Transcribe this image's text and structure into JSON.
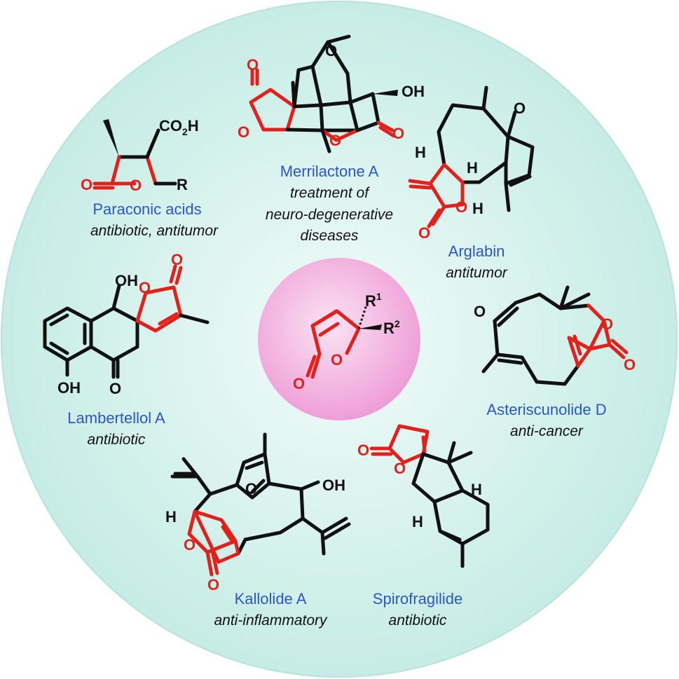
{
  "colors": {
    "background_ring": "#c6ece5",
    "background_center": "#f1fbf9",
    "core_center": "#fbe3f3",
    "core_edge": "#ee9ed7",
    "bond_red": "#e3211c",
    "bond_black": "#111111",
    "name_blue": "#2a56c6",
    "activity_black": "#111111"
  },
  "core": {
    "r1": "R",
    "r1_sup": "1",
    "r2": "R",
    "r2_sup": "2",
    "o_ring": "O",
    "o_carbonyl": "O"
  },
  "compounds": [
    {
      "id": "paraconic",
      "name": "Paraconic acids",
      "activity": "antibiotic, antitumor",
      "atoms": {
        "co2h": "CO",
        "co2h_sub": "2",
        "co2h_h": "H",
        "r": "R",
        "o_ring": "O",
        "o_carbonyl": "O"
      }
    },
    {
      "id": "merrilactone",
      "name": "Merrilactone A",
      "activity": [
        "treatment of",
        "neuro-degenerative",
        "diseases"
      ],
      "atoms": {
        "oh": "OH",
        "o_epoxide": "O",
        "o_lac1": "O",
        "o_lac1_c": "O",
        "o_lac2": "O",
        "o_lac2_c": "O"
      }
    },
    {
      "id": "arglabin",
      "name": "Arglabin",
      "activity": "antitumor",
      "atoms": {
        "h1": "H",
        "h2": "H",
        "h3": "H",
        "o_epoxide": "O",
        "o_ring": "O",
        "o_carbonyl": "O"
      }
    },
    {
      "id": "lambertellol",
      "name": "Lambertellol A",
      "activity": "antibiotic",
      "atoms": {
        "oh1": "OH",
        "oh2": "OH",
        "o_ketone": "O",
        "o_ring": "O",
        "o_carbonyl": "O"
      }
    },
    {
      "id": "asteriscunolide",
      "name": "Asteriscunolide D",
      "activity": "anti-cancer",
      "atoms": {
        "o_ketone": "O",
        "o_ring": "O",
        "o_carbonyl": "O"
      }
    },
    {
      "id": "kallolide",
      "name": "Kallolide A",
      "activity": "anti-inflammatory",
      "atoms": {
        "h": "H",
        "oh": "OH",
        "o_furan": "O",
        "o_ring": "O",
        "o_carbonyl": "O"
      }
    },
    {
      "id": "spirofragilide",
      "name": "Spirofragilide",
      "activity": "antibiotic",
      "atoms": {
        "h1": "H",
        "h2": "H",
        "o_ring": "O",
        "o_carbonyl": "O"
      }
    }
  ]
}
